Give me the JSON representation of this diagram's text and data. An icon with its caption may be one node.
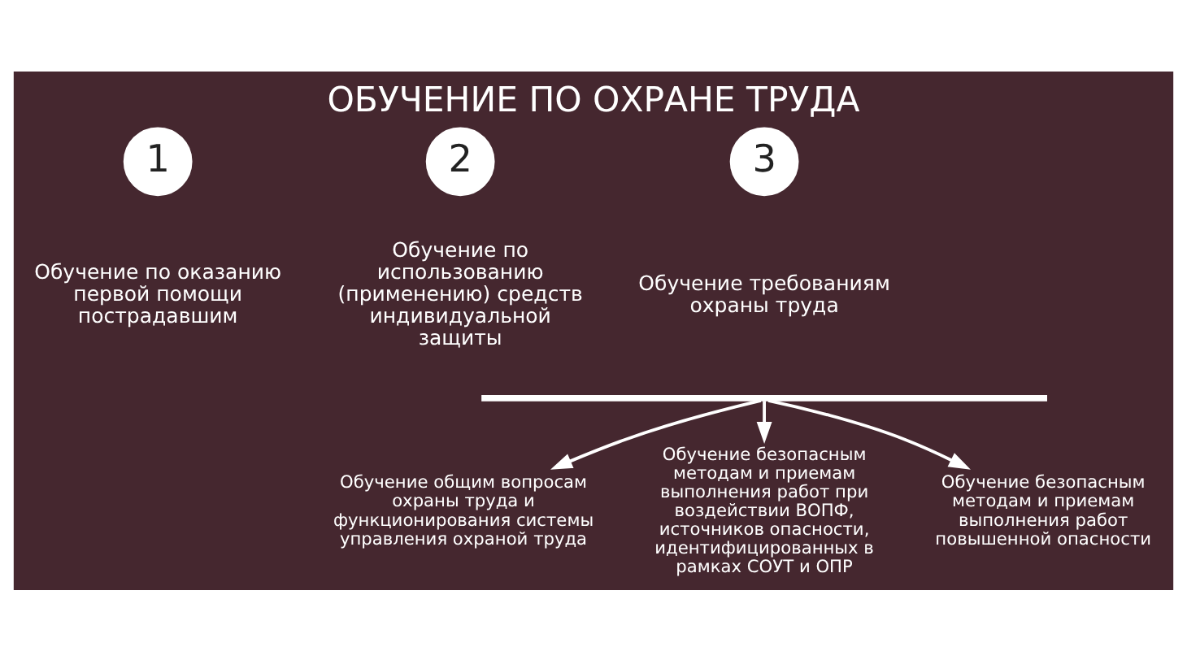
{
  "diagram": {
    "title": "ОБУЧЕНИЕ ПО ОХРАНЕ ТРУДА",
    "nodes": [
      {
        "text": [
          "1"
        ],
        "beside": [
          "Обучение по оказанию первой помощи пострадавшим"
        ]
      },
      {
        "text": [
          "2"
        ],
        "beside": [
          "Обучение по использованию (применению) средств индивидуальной защиты"
        ]
      },
      {
        "text": [
          "3"
        ],
        "beside": [
          "Обучение требованиям охраны труда"
        ]
      },
      {
        "text": [],
        "shape": "bar"
      },
      {
        "text": [
          "Обучение общим вопросам охраны труда и функционирования системы управления охраной труда"
        ]
      },
      {
        "text": [
          "Обучение безопасным методам и приемам выполнения работ при воздействии ВОПФ, источников опасности, идентифицированных в рамках СОУТ и ОПР"
        ]
      },
      {
        "text": [
          "Обучение безопасным методам и приемам выполнения работ повышенной опасности"
        ]
      }
    ],
    "edges": [
      {
        "from": 3,
        "to": 4,
        "arrow": "to"
      },
      {
        "from": 3,
        "to": 5,
        "arrow": "to"
      },
      {
        "from": 3,
        "to": 6,
        "arrow": "to"
      }
    ]
  }
}
